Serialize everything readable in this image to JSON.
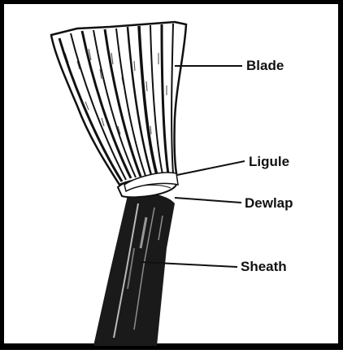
{
  "labels": {
    "blade": "Blade",
    "ligule": "Ligule",
    "dewlap": "Dewlap",
    "sheath": "Sheath"
  },
  "colors": {
    "ink": "#111111",
    "frame": "#000000",
    "background": "#ffffff"
  }
}
